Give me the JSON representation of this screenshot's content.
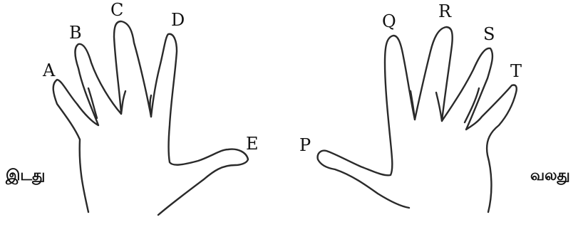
{
  "left_hand": {
    "side_label": "இடது",
    "finger_labels": [
      "A",
      "B",
      "C",
      "D",
      "E"
    ]
  },
  "right_hand": {
    "side_label": "வலது",
    "finger_labels": [
      "P",
      "Q",
      "R",
      "S",
      "T"
    ]
  }
}
